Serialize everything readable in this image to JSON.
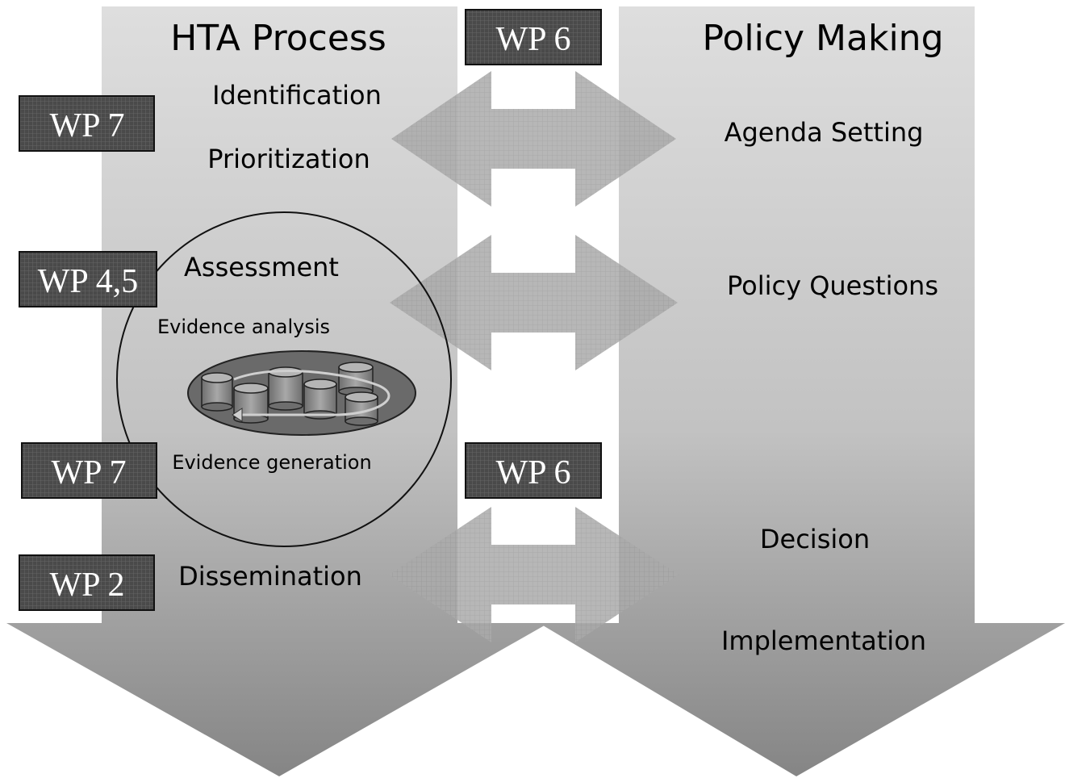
{
  "columns": {
    "hta": {
      "title": "HTA Process"
    },
    "policy": {
      "title": "Policy Making"
    }
  },
  "hta_steps": {
    "identification": "Identification",
    "prioritization": "Prioritization",
    "assessment": "Assessment",
    "evidence_analysis": "Evidence analysis",
    "evidence_generation": "Evidence generation",
    "dissemination": "Dissemination"
  },
  "policy_steps": {
    "agenda_setting": "Agenda Setting",
    "policy_questions": "Policy Questions",
    "decision": "Decision",
    "implementation": "Implementation"
  },
  "work_packages": {
    "wp6_top": "WP 6",
    "wp6_middle": "WP 6",
    "wp7_top": "WP 7",
    "wp45": "WP 4,5",
    "wp7_bottom": "WP 7",
    "wp2": "WP 2"
  },
  "colors": {
    "wp_box_fill": "#4a4a4a",
    "wp_box_text": "#ffffff",
    "column_light": "#dcdcdc",
    "column_dark": "#8c8c8c",
    "arrow_fill": "#a8a8a8"
  }
}
